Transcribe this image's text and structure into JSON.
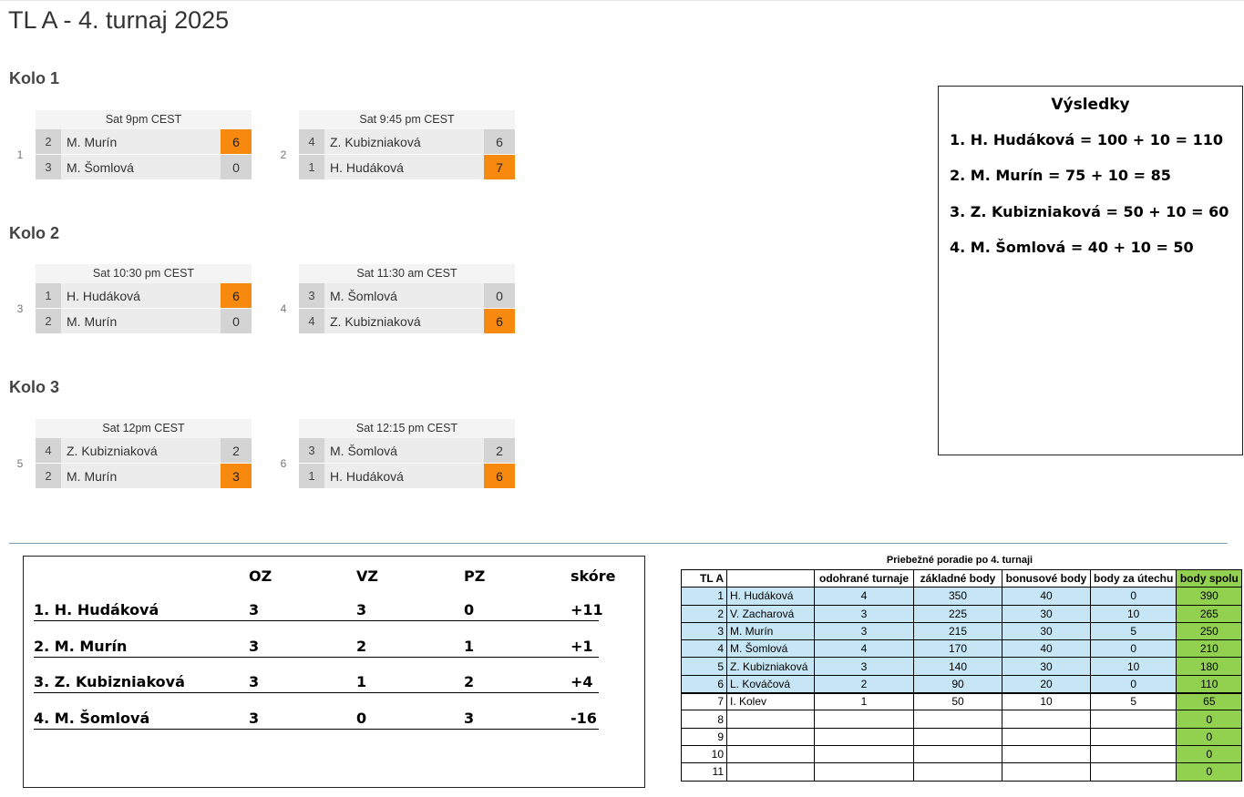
{
  "page_title": "TL A - 4. turnaj 2025",
  "rounds": [
    {
      "title": "Kolo 1",
      "matches": [
        {
          "number": "1",
          "time": "Sat 9pm CEST",
          "p1": {
            "seed": "2",
            "name": "M. Murín",
            "score": "6"
          },
          "p2": {
            "seed": "3",
            "name": "M. Šomlová",
            "score": "0"
          }
        },
        {
          "number": "2",
          "time": "Sat 9:45 pm CEST",
          "p1": {
            "seed": "4",
            "name": "Z. Kubizniaková",
            "score": "6"
          },
          "p2": {
            "seed": "1",
            "name": "H. Hudáková",
            "score": "7"
          }
        }
      ]
    },
    {
      "title": "Kolo 2",
      "matches": [
        {
          "number": "3",
          "time": "Sat 10:30 pm CEST",
          "p1": {
            "seed": "1",
            "name": "H. Hudáková",
            "score": "6"
          },
          "p2": {
            "seed": "2",
            "name": "M. Murín",
            "score": "0"
          }
        },
        {
          "number": "4",
          "time": "Sat 11:30 am CEST",
          "p1": {
            "seed": "3",
            "name": "M. Šomlová",
            "score": "0"
          },
          "p2": {
            "seed": "4",
            "name": "Z. Kubizniaková",
            "score": "6"
          }
        }
      ]
    },
    {
      "title": "Kolo 3",
      "matches": [
        {
          "number": "5",
          "time": "Sat 12pm CEST",
          "p1": {
            "seed": "4",
            "name": "Z. Kubizniaková",
            "score": "2"
          },
          "p2": {
            "seed": "2",
            "name": "M. Murín",
            "score": "3"
          }
        },
        {
          "number": "6",
          "time": "Sat 12:15 pm CEST",
          "p1": {
            "seed": "3",
            "name": "M. Šomlová",
            "score": "2"
          },
          "p2": {
            "seed": "1",
            "name": "H. Hudáková",
            "score": "6"
          }
        }
      ]
    }
  ],
  "colors": {
    "winner_score": "#f7890e",
    "highlight_row": "#c6e6f5",
    "total_column": "#92d050"
  },
  "results": {
    "title": "Výsledky",
    "lines": [
      "1. H. Hudáková = 100 + 10 = 110",
      "2. M. Murín = 75 + 10 = 85",
      "3. Z. Kubizniaková = 50 + 10 = 60",
      "4. M. Šomlová = 40 + 10 = 50"
    ]
  },
  "standings": {
    "headers": [
      "OZ",
      "VZ",
      "PZ",
      "skóre"
    ],
    "rows": [
      {
        "name": "1. H. Hudáková",
        "oz": "3",
        "vz": "3",
        "pz": "0",
        "score": "+11"
      },
      {
        "name": "2. M. Murín",
        "oz": "3",
        "vz": "2",
        "pz": "1",
        "score": "+1"
      },
      {
        "name": "3. Z. Kubizniaková",
        "oz": "3",
        "vz": "1",
        "pz": "2",
        "score": "+4"
      },
      {
        "name": "4. M. Šomlová",
        "oz": "3",
        "vz": "0",
        "pz": "3",
        "score": "-16"
      }
    ]
  },
  "ranking": {
    "title": "Priebežné poradie po 4. turnaji",
    "headers": [
      "TL A",
      "",
      "odohrané turnaje",
      "základné body",
      "bonusové body",
      "body za útechu",
      "body spolu"
    ],
    "rows": [
      {
        "rank": "1",
        "name": "H. Hudáková",
        "played": "4",
        "base": "350",
        "bonus": "40",
        "consolation": "0",
        "total": "390"
      },
      {
        "rank": "2",
        "name": "V. Zacharová",
        "played": "3",
        "base": "225",
        "bonus": "30",
        "consolation": "10",
        "total": "265"
      },
      {
        "rank": "3",
        "name": "M. Murín",
        "played": "3",
        "base": "215",
        "bonus": "30",
        "consolation": "5",
        "total": "250"
      },
      {
        "rank": "4",
        "name": "M. Šomlová",
        "played": "4",
        "base": "170",
        "bonus": "40",
        "consolation": "0",
        "total": "210"
      },
      {
        "rank": "5",
        "name": "Z. Kubizniaková",
        "played": "3",
        "base": "140",
        "bonus": "30",
        "consolation": "10",
        "total": "180"
      },
      {
        "rank": "6",
        "name": "L. Kováčová",
        "played": "2",
        "base": "90",
        "bonus": "20",
        "consolation": "0",
        "total": "110"
      },
      {
        "rank": "7",
        "name": "I. Kolev",
        "played": "1",
        "base": "50",
        "bonus": "10",
        "consolation": "5",
        "total": "65"
      },
      {
        "rank": "8",
        "name": "",
        "played": "",
        "base": "",
        "bonus": "",
        "consolation": "",
        "total": "0"
      },
      {
        "rank": "9",
        "name": "",
        "played": "",
        "base": "",
        "bonus": "",
        "consolation": "",
        "total": "0"
      },
      {
        "rank": "10",
        "name": "",
        "played": "",
        "base": "",
        "bonus": "",
        "consolation": "",
        "total": "0"
      },
      {
        "rank": "11",
        "name": "",
        "played": "",
        "base": "",
        "bonus": "",
        "consolation": "",
        "total": "0"
      }
    ]
  }
}
